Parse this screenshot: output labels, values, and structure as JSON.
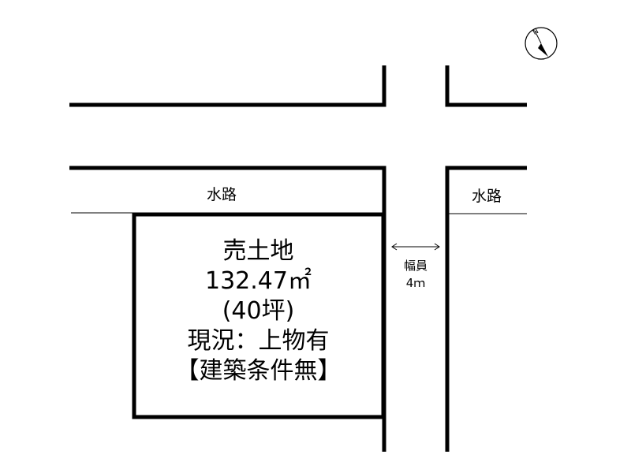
{
  "map": {
    "waterway_label_left": "水路",
    "waterway_label_right": "水路",
    "plot": {
      "title": "売土地",
      "area": "132.47㎡",
      "tsubo": "(40坪)",
      "status": "現況：上物有",
      "condition": "【建築条件無】"
    },
    "road": {
      "width_label": "幅員",
      "width_value": "4ｍ"
    },
    "compass": {
      "north_label": "N",
      "icon": "north-arrow-icon"
    }
  }
}
